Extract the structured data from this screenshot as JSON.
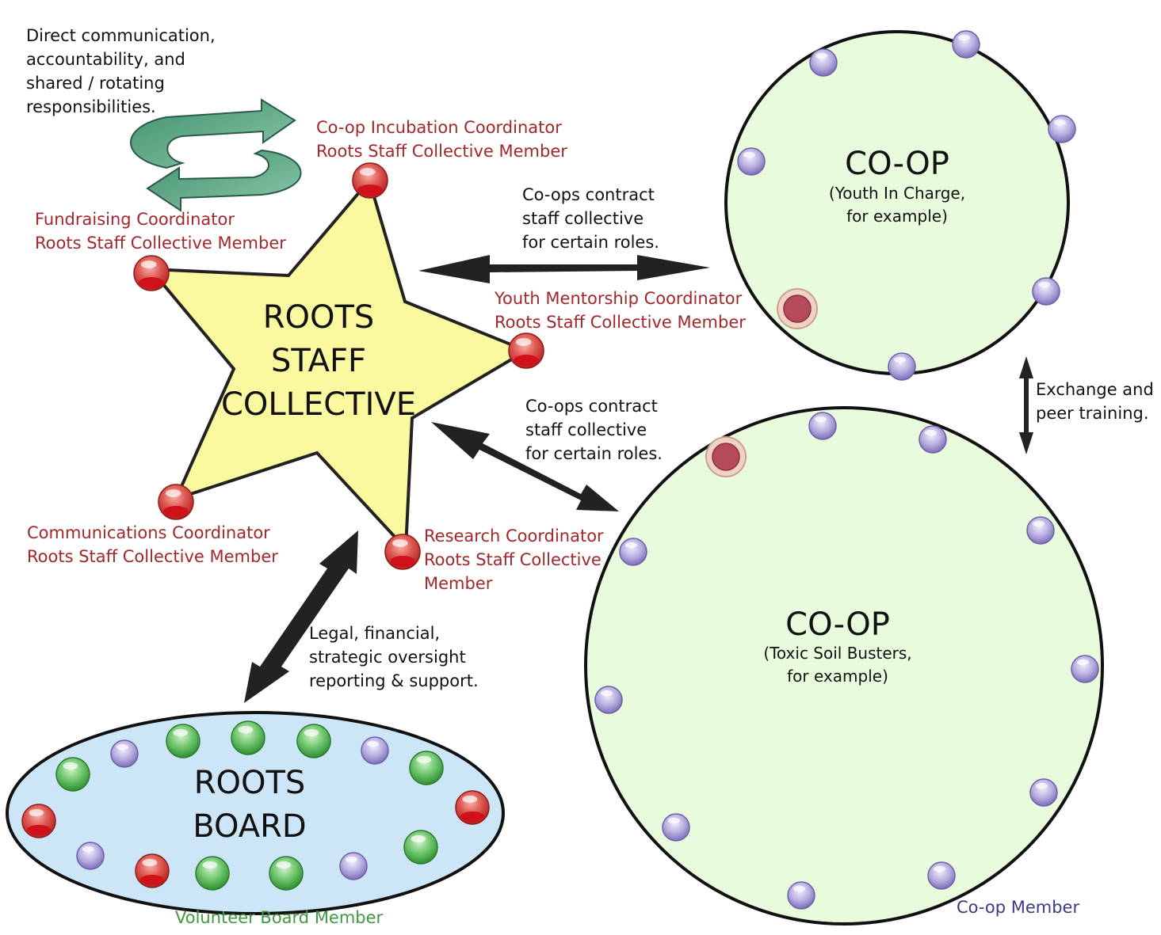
{
  "colors": {
    "star_fill": "#fbf9a0",
    "coop_fill": "#e8fbdc",
    "board_fill": "#cde6f7",
    "staff_red": "#d8423e",
    "coop_purple": "#a99ad6",
    "board_green": "#52b452",
    "label_red": "#a0282c",
    "legend_green": "#3f9a3f",
    "legend_purple": "#3b3a86"
  },
  "icons": {
    "cycle_arrows": "cycle-arrows-icon",
    "member_dot": "member-dot-icon"
  },
  "note_top": [
    "Direct communication,",
    "accountability, and",
    "shared / rotating",
    "responsibilities."
  ],
  "staff_collective": {
    "title": [
      "ROOTS",
      "STAFF",
      "COLLECTIVE"
    ],
    "roles": {
      "top": [
        "Co-op Incubation Coordinator",
        "Roots Staff Collective Member"
      ],
      "left": [
        "Fundraising Coordinator",
        "Roots Staff Collective Member"
      ],
      "right": [
        "Youth Mentorship Coordinator",
        "Roots Staff Collective Member"
      ],
      "bottom_left": [
        "Communications Coordinator",
        "Roots Staff Collective Member"
      ],
      "bottom_right": [
        "Research Coordinator",
        "Roots Staff Collective",
        "Member"
      ]
    }
  },
  "coop_top": {
    "title": "CO-OP",
    "subtitle": [
      "(Youth In Charge,",
      "for example)"
    ]
  },
  "coop_bottom": {
    "title": "CO-OP",
    "subtitle": [
      "(Toxic Soil Busters,",
      "for example)"
    ]
  },
  "board": {
    "title": [
      "ROOTS",
      "BOARD"
    ]
  },
  "arrow_labels": {
    "coop_top_link": [
      "Co-ops contract",
      "staff collective",
      "for certain roles."
    ],
    "coop_bottom_link": [
      "Co-ops contract",
      "staff collective",
      "for certain roles."
    ],
    "exchange": [
      "Exchange and",
      "peer training."
    ],
    "board_link": [
      "Legal, financial,",
      "strategic oversight",
      "reporting & support."
    ]
  },
  "legend": {
    "board_member": "Volunteer Board Member",
    "coop_member": "Co-op Member"
  }
}
